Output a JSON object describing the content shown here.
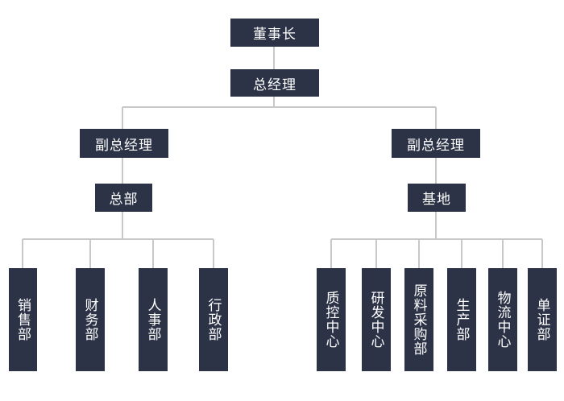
{
  "chairman": "董事长",
  "general_manager": "总经理",
  "deputy_left": "副总经理",
  "deputy_right": "副总经理",
  "headquarters": "总部",
  "base": "基地",
  "hq_departments": [
    "销售部",
    "财务部",
    "人事部",
    "行政部"
  ],
  "base_departments": [
    "质控中心",
    "研发中心",
    "原料采购部",
    "生产部",
    "物流中心",
    "单证部"
  ],
  "colors": {
    "node_fill": "#2d3347",
    "node_text": "#ffffff",
    "connector": "#c8c8c8"
  }
}
